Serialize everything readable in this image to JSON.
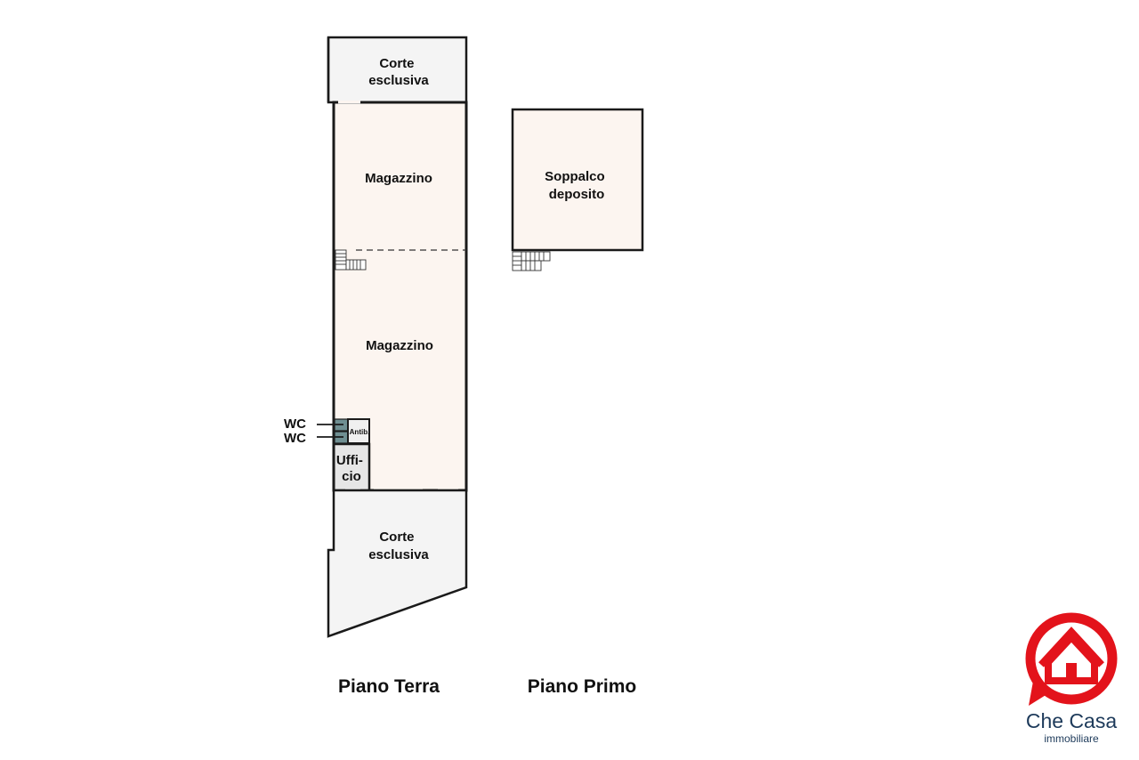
{
  "plan": {
    "ground_floor": {
      "title": "Piano Terra",
      "rooms": {
        "corte_top": [
          "Corte",
          "esclusiva"
        ],
        "magazzino_upper": "Magazzino",
        "magazzino_lower": "Magazzino",
        "wc_1": "WC",
        "wc_2": "WC",
        "antibagno": "Antib.",
        "ufficio": [
          "Uffi-",
          "cio"
        ],
        "corte_bottom": [
          "Corte",
          "esclusiva"
        ]
      }
    },
    "first_floor": {
      "title": "Piano Primo",
      "rooms": {
        "soppalco": [
          "Soppalco",
          "deposito"
        ]
      }
    }
  },
  "brand": {
    "name": "Che Casa",
    "tagline": "immobiliare",
    "logo_icon": "house-in-speech-bubble-icon",
    "colors": {
      "logo_red": "#e3131b",
      "logo_text": "#1d3a5a"
    }
  },
  "colors": {
    "interior_fill": "#fcf5f0",
    "exterior_fill": "#f4f4f4",
    "wc_fill": "#6f8f92",
    "office_fill": "#e6e6e6",
    "wall": "#1a1a1a"
  }
}
